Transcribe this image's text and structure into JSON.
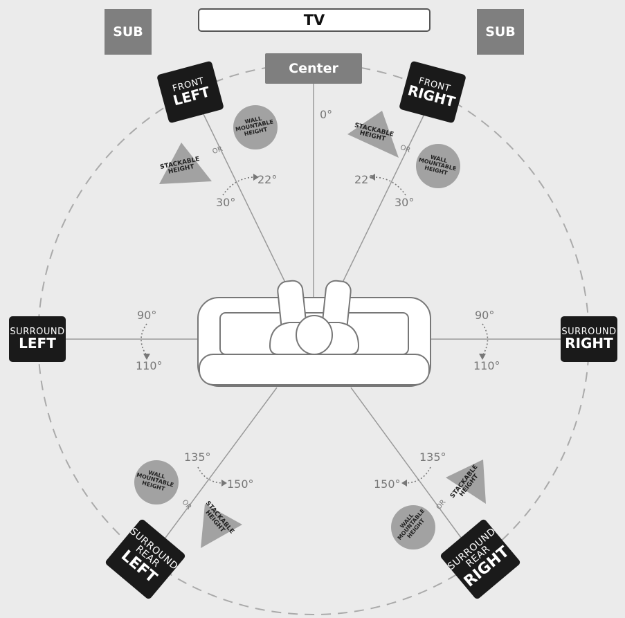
{
  "tv_label": "TV",
  "sub_label": "SUB",
  "center_label": "Center",
  "speakers": {
    "front_left": {
      "line1": "FRONT",
      "line2": "LEFT"
    },
    "front_right": {
      "line1": "FRONT",
      "line2": "RIGHT"
    },
    "surround_left": {
      "line1": "SURROUND",
      "line2": "LEFT"
    },
    "surround_right": {
      "line1": "SURROUND",
      "line2": "RIGHT"
    },
    "rear_left": {
      "line1": "SURROUND",
      "line2": "REAR",
      "line3": "LEFT"
    },
    "rear_right": {
      "line1": "SURROUND",
      "line2": "REAR",
      "line3": "RIGHT"
    }
  },
  "angles": {
    "zero": "0°",
    "front_22": "22°",
    "front_30": "30°",
    "side_90": "90°",
    "side_110": "110°",
    "rear_135": "135°",
    "rear_150": "150°"
  },
  "height_options": {
    "stackable_1": "STACKABLE",
    "stackable_2": "HEIGHT",
    "wall_1": "WALL",
    "wall_2": "MOUNTABLE",
    "wall_3": "HEIGHT",
    "or": "OR"
  },
  "colors": {
    "background": "#ebebeb",
    "speaker_dark": "#1a1a1a",
    "speaker_gray": "#7f7f7f",
    "height_marker": "#a0a0a0",
    "line": "#999999"
  }
}
